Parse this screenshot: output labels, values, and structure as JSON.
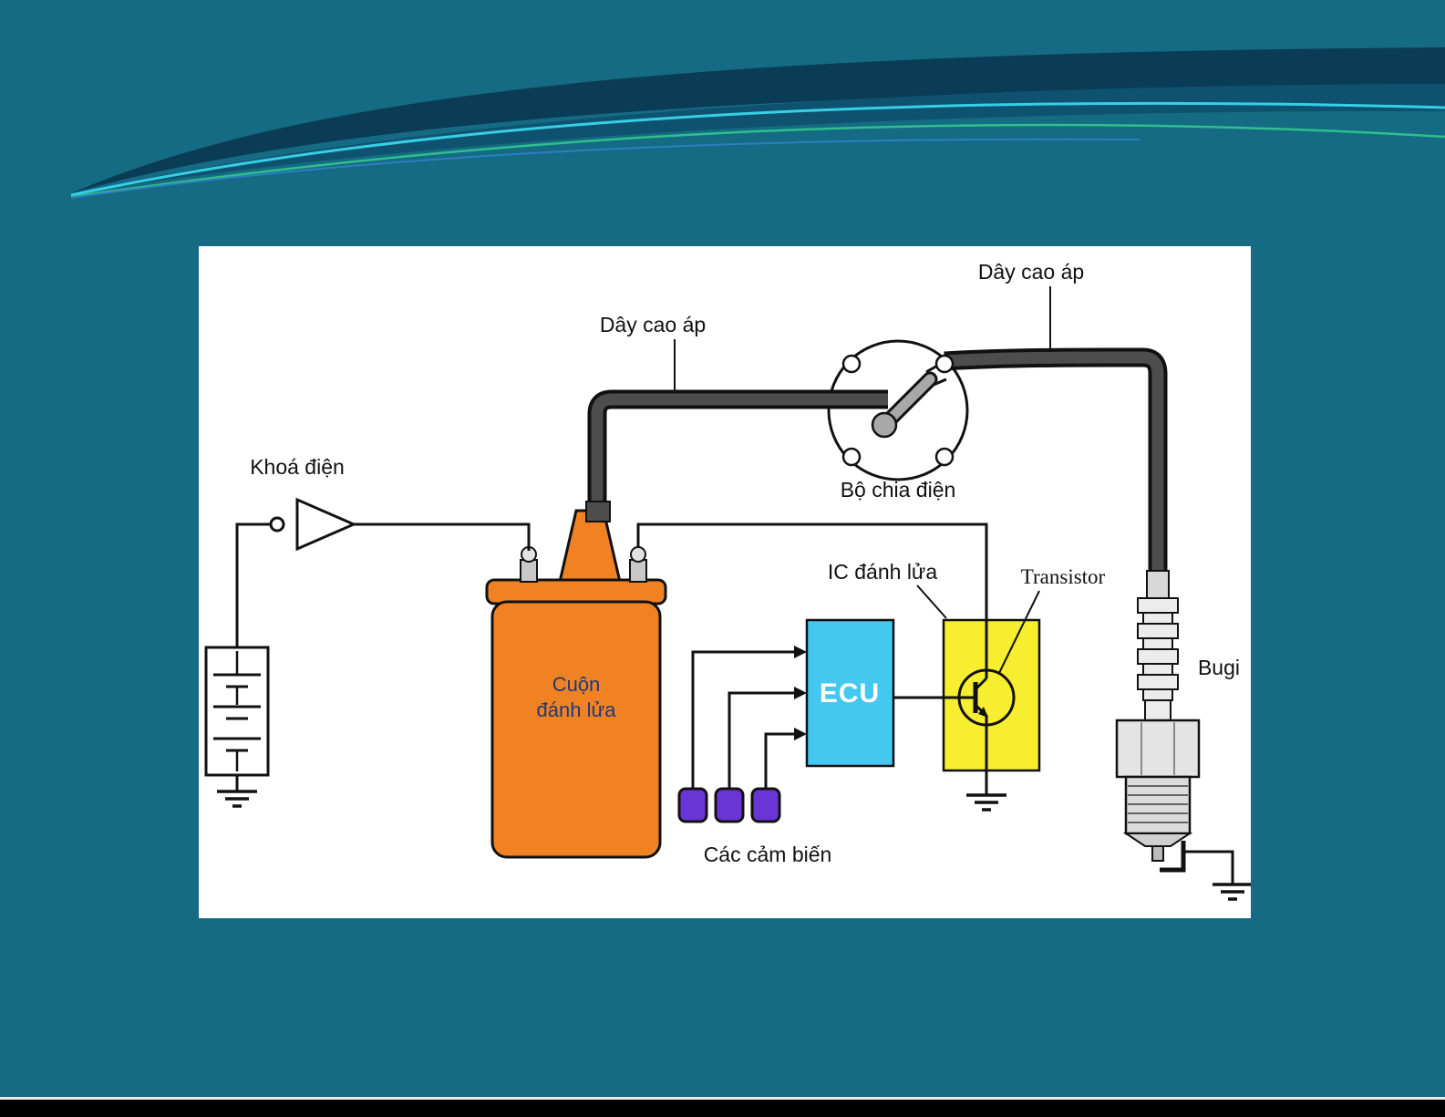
{
  "slide": {
    "background": "#156b83",
    "footer_line_color": "#e9e9e9",
    "panel_color": "#ffffff"
  },
  "decoration": {
    "band_dark": "#0a3c55",
    "band_mid": "#0e5270",
    "curve_cyan": "#37cfe6",
    "curve_green": "#2fbf8c",
    "curve_blue": "#2c7fc0"
  },
  "diagram": {
    "labels": {
      "high_voltage_wire": "Dây cao áp",
      "ignition_switch": "Khoá điện",
      "distributor": "Bộ chia điện",
      "coil_line1": "Cuộn",
      "coil_line2": "đánh lửa",
      "ecu": "ECU",
      "igniter": "IC đánh lửa",
      "transistor": "Transistor",
      "sensors": "Các cảm biến",
      "spark_plug": "Bugi"
    },
    "colors": {
      "coil": "#f08223",
      "ecu": "#45c8f0",
      "igniter": "#f8ee30",
      "sensor": "#6a35d6",
      "cable": "#4d4d4d"
    }
  }
}
